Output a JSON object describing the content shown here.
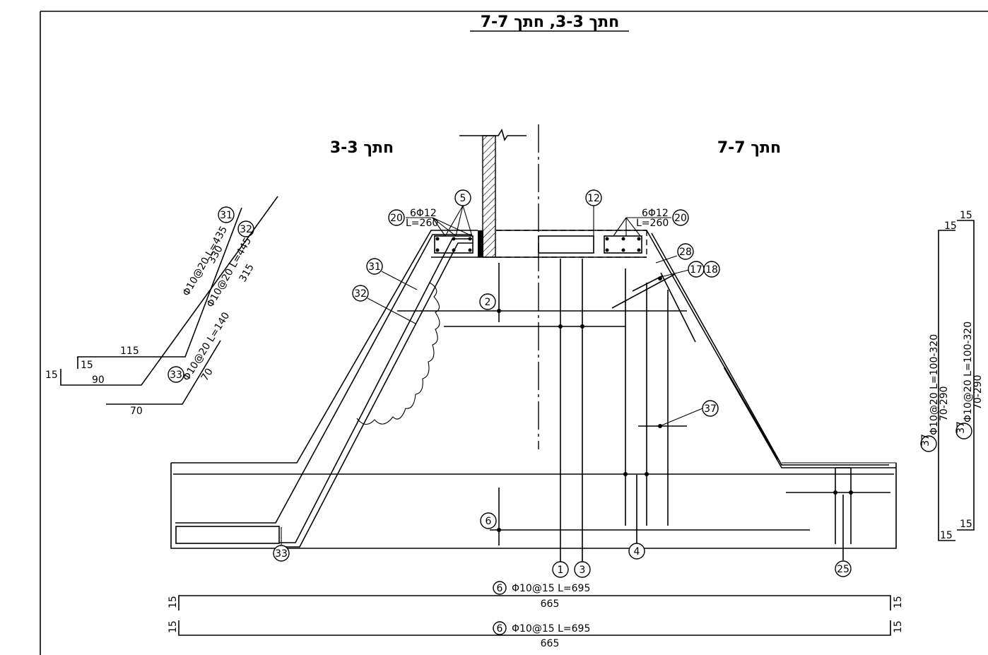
{
  "title": "חתך 3-3, חתך 7-7",
  "section_left": "חתך 3-3",
  "section_right": "חתך 7-7",
  "bubbles": {
    "b5": "5",
    "b12": "12",
    "b20a": "20",
    "b20b": "20",
    "b28": "28",
    "b17": "17",
    "b18": "18",
    "b2": "2",
    "b31": "31",
    "b32": "32",
    "b37": "37",
    "b6": "6",
    "b33": "33",
    "b1": "1",
    "b3": "3",
    "b4": "4",
    "b25": "25",
    "b31s": "31",
    "b32s": "32",
    "b33s": "33",
    "b6a": "6",
    "b6b": "6",
    "b37s1": "37",
    "b37s2": "37"
  },
  "bar_left_20": {
    "count": "6Φ12",
    "length": "L=260"
  },
  "bar_right_20": {
    "count": "6Φ12",
    "length": "L=260"
  },
  "schedule_31": {
    "spec": "Φ10@20 L=435",
    "diag": "330",
    "bottom": "115",
    "hook": "15"
  },
  "schedule_32": {
    "spec": "Φ10@20 L=445",
    "diag": "315",
    "bottom": "90",
    "hook": "15"
  },
  "schedule_33": {
    "spec": "Φ10@20 L=140",
    "diag": "70",
    "bottom": "70"
  },
  "schedule_37a": {
    "spec": "Φ10@20 L=100-320",
    "sub": "70-290",
    "top": "15",
    "bottom": "15"
  },
  "schedule_37b": {
    "spec": "Φ10@20 L=100-320",
    "sub": "70-290",
    "top": "15",
    "bottom": "15"
  },
  "schedule_6a": {
    "spec": "Φ10@15 L=695",
    "length": "665",
    "hook_left": "15",
    "hook_right": "15"
  },
  "schedule_6b": {
    "spec": "Φ10@15 L=695",
    "length": "665",
    "hook_left": "15",
    "hook_right": "15"
  }
}
